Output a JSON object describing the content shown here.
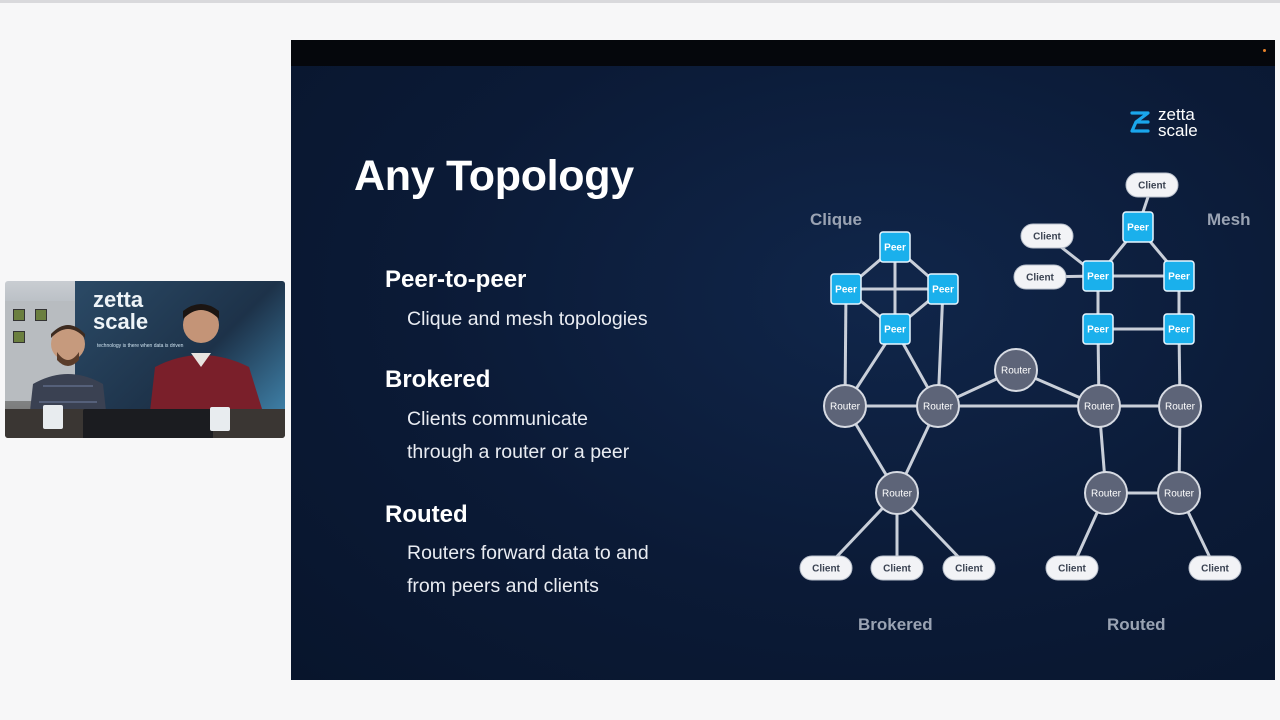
{
  "webcam": {
    "backdrop_logo_line1": "zetta",
    "backdrop_logo_line2": "scale",
    "backdrop_tagline": "technology is there when data is driven"
  },
  "slide": {
    "brand": {
      "line1": "zetta",
      "line2": "scale"
    },
    "title": "Any Topology",
    "sections": [
      {
        "heading": "Peer-to-peer",
        "lines": [
          "Clique and mesh topologies"
        ]
      },
      {
        "heading": "Brokered",
        "lines": [
          "Clients communicate",
          "through a router or a peer"
        ]
      },
      {
        "heading": "Routed",
        "lines": [
          "Routers forward data to and",
          "from peers and clients"
        ]
      }
    ],
    "diagram": {
      "group_labels": {
        "clique": "Clique",
        "mesh": "Mesh",
        "brokered": "Brokered",
        "routed": "Routed"
      },
      "node_labels": {
        "peer": "Peer",
        "router": "Router",
        "client": "Client"
      },
      "colors": {
        "peer_fill": "#1ab0ec",
        "router_fill": "#5d6478",
        "client_fill": "#f2f3f6",
        "edge": "#c9cfd9",
        "title": "#ffffff"
      }
    }
  }
}
